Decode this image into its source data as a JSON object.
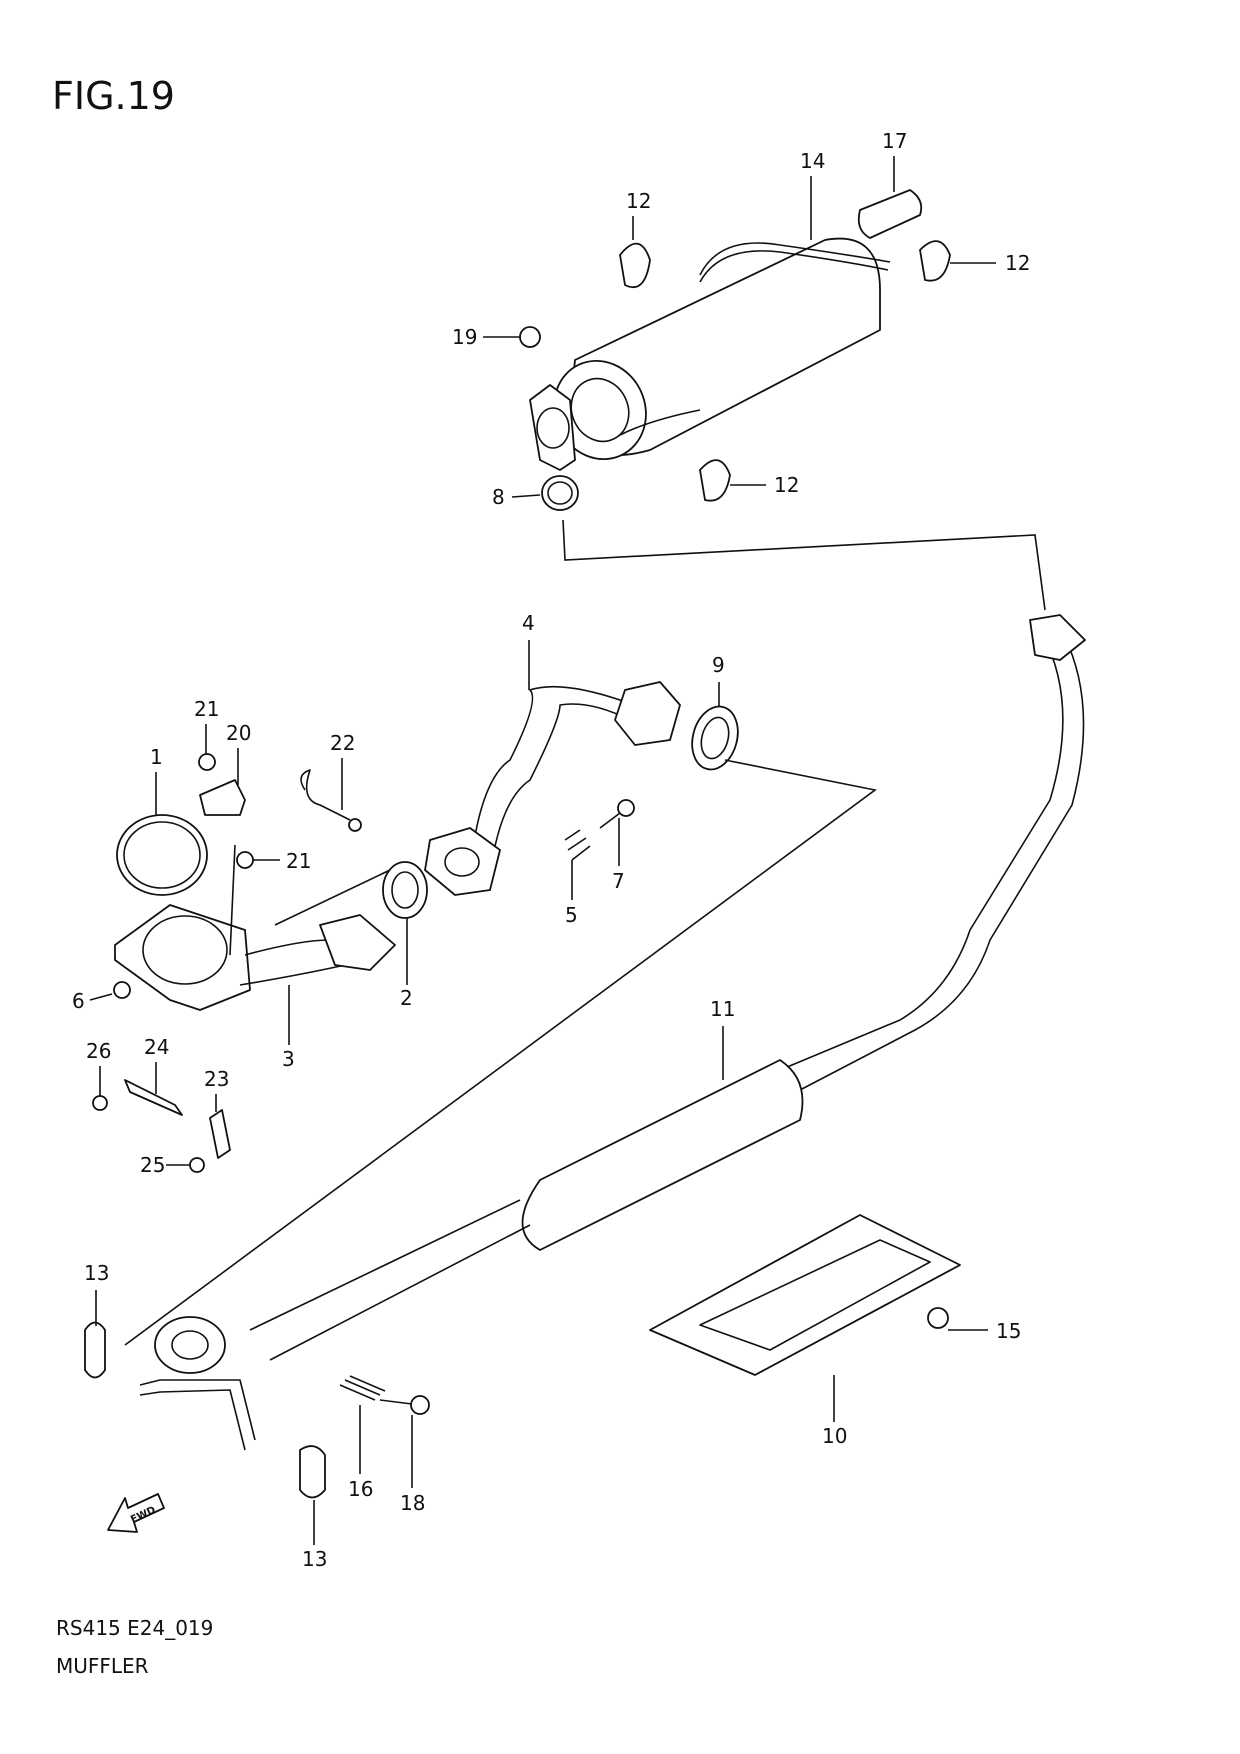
{
  "figure": {
    "title": "FIG.19",
    "code": "RS415 E24_019",
    "name": "MUFFLER",
    "fwd_label": "FWD"
  },
  "callouts": [
    "1",
    "2",
    "3",
    "4",
    "5",
    "6",
    "7",
    "8",
    "9",
    "10",
    "11",
    "12",
    "12",
    "12",
    "13",
    "13",
    "14",
    "15",
    "16",
    "17",
    "18",
    "19",
    "20",
    "21",
    "21",
    "22",
    "23",
    "24",
    "25",
    "26"
  ],
  "colors": {
    "line": "#111111",
    "background": "#ffffff"
  }
}
